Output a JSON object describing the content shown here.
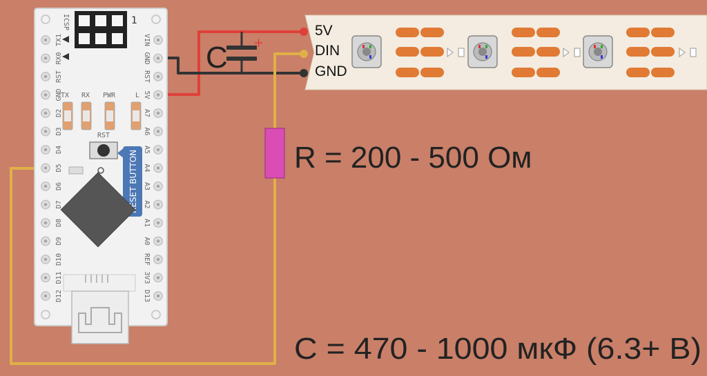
{
  "colors": {
    "background": "#c97f68",
    "wire_5v": "#e0403a",
    "wire_gnd": "#333333",
    "wire_data": "#e0b048",
    "resistor": "#d94db5",
    "strip": "#f4ece0",
    "strip_pad": "#e07a34"
  },
  "board": {
    "icsp_label": "ICSP",
    "icsp_pin1": "1",
    "left_pins": [
      "TX1",
      "RX0",
      "RST",
      "GND",
      "D2",
      "D3",
      "D4",
      "D5",
      "D6",
      "D7",
      "D8",
      "D9",
      "D10",
      "D11",
      "D12"
    ],
    "right_pins": [
      "VIN",
      "GND",
      "RST",
      "5V",
      "A7",
      "A6",
      "A5",
      "A4",
      "A3",
      "A2",
      "A1",
      "A0",
      "REF",
      "3V3",
      "D13"
    ],
    "leds": [
      "TX",
      "RX",
      "PWR",
      "L"
    ],
    "rst_label": "RST",
    "reset_button_label": "RESET BUTTON"
  },
  "capacitor": {
    "symbol": "C",
    "polarity": "+"
  },
  "strip": {
    "pins": [
      "5V",
      "DIN",
      "GND"
    ]
  },
  "labels": {
    "resistor": "R = 200 - 500 Ом",
    "capacitor": "C = 470 - 1000 мкФ (6.3+ В)"
  }
}
